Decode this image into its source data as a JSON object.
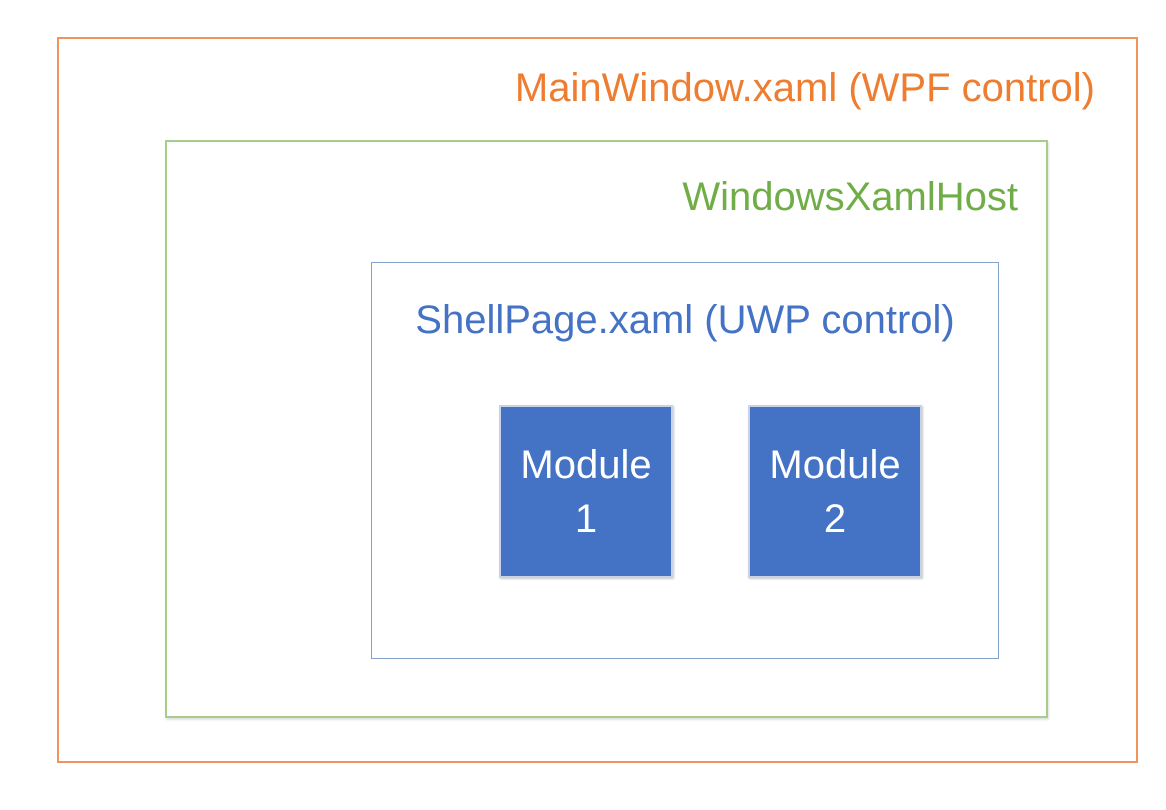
{
  "diagram": {
    "outer_box": {
      "label": "MainWindow.xaml (WPF control)",
      "text_color": "#ED7D31",
      "border_color": "#F0945B"
    },
    "host_box": {
      "label": "WindowsXamlHost",
      "text_color": "#70AD47",
      "border_color": "#A6CE8B"
    },
    "shell_box": {
      "label": "ShellPage.xaml (UWP control)",
      "text_color": "#4472C4",
      "border_color": "#84A3CB"
    },
    "modules": [
      {
        "line1": "Module",
        "line2": "1",
        "fill": "#4472C4",
        "border_color": "#C9D3E6",
        "text_color": "#FFFFFF"
      },
      {
        "line1": "Module",
        "line2": "2",
        "fill": "#4472C4",
        "border_color": "#C9D3E6",
        "text_color": "#FFFFFF"
      }
    ]
  }
}
